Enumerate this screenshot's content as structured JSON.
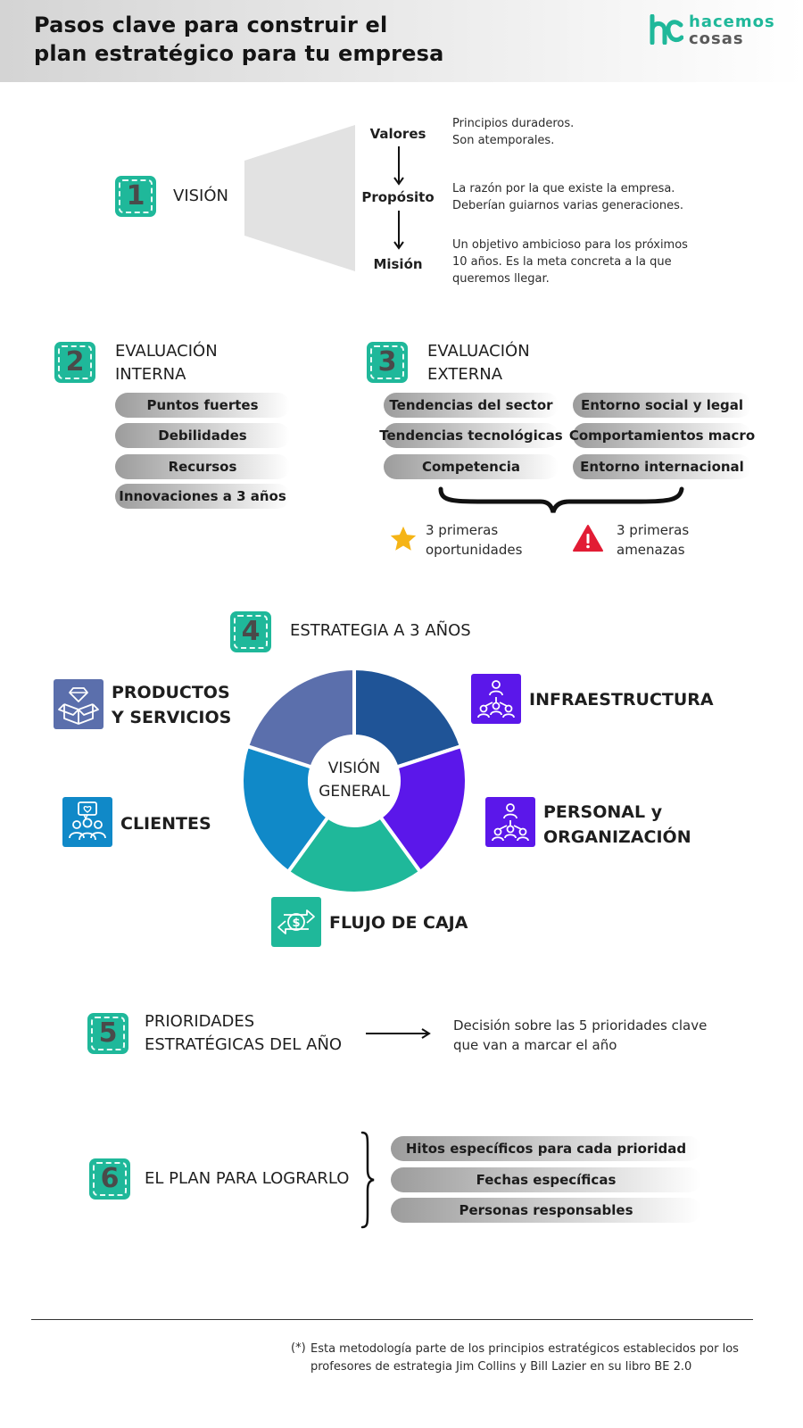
{
  "header": {
    "title_line1": "Pasos clave para construir el",
    "title_line2": "plan estratégico para tu empresa",
    "logo_word1": "hacemos",
    "logo_word2": "cosas",
    "colors": {
      "logo_teal": "#1fb89a",
      "logo_grey": "#5a5a5a"
    }
  },
  "colors": {
    "badge": "#1fb89a",
    "donut": [
      "#1f5497",
      "#5b17ea",
      "#1fb89a",
      "#1089c8",
      "#5b6fac"
    ],
    "star": "#f5b416",
    "warning": "#e21c34"
  },
  "step1": {
    "number": "1",
    "label": "VISIÓN",
    "items": [
      {
        "word": "Valores",
        "desc_line1": "Principios duraderos.",
        "desc_line2": "Son atemporales.",
        "desc_line3": ""
      },
      {
        "word": "Propósito",
        "desc_line1": "La razón por la que existe la empresa.",
        "desc_line2": "Deberían guiarnos varias generaciones.",
        "desc_line3": ""
      },
      {
        "word": "Misión",
        "desc_line1": "Un objetivo ambicioso para los próximos",
        "desc_line2": "10 años. Es la meta concreta a la que",
        "desc_line3": "queremos llegar."
      }
    ]
  },
  "step2": {
    "number": "2",
    "label_line1": "EVALUACIÓN",
    "label_line2": "INTERNA",
    "pills": [
      "Puntos fuertes",
      "Debilidades",
      "Recursos",
      "Innovaciones a 3 años"
    ]
  },
  "step3": {
    "number": "3",
    "label_line1": "EVALUACIÓN",
    "label_line2": "EXTERNA",
    "pills_left": [
      "Tendencias del sector",
      "Tendencias tecnológicas",
      "Competencia"
    ],
    "pills_right": [
      "Entorno social y legal",
      "Comportamientos macro",
      "Entorno internacional"
    ],
    "opportunities_line1": "3 primeras",
    "opportunities_line2": "oportunidades",
    "threats_line1": "3 primeras",
    "threats_line2": "amenazas"
  },
  "step4": {
    "number": "4",
    "label": "ESTRATEGIA A 3 AÑOS",
    "center_line1": "VISIÓN",
    "center_line2": "GENERAL",
    "products_line1": "PRODUCTOS",
    "products_line2": "Y SERVICIOS",
    "infra": "INFRAESTRUCTURA",
    "clients": "CLIENTES",
    "people_line1": "PERSONAL y",
    "people_line2": "ORGANIZACIÓN",
    "cash": "FLUJO DE CAJA"
  },
  "step5": {
    "number": "5",
    "label_line1": "PRIORIDADES",
    "label_line2": "ESTRATÉGICAS DEL AÑO",
    "desc_line1": "Decisión sobre las 5 prioridades clave",
    "desc_line2": "que van a marcar el año"
  },
  "step6": {
    "number": "6",
    "label": "EL PLAN PARA LOGRARLO",
    "pills": [
      "Hitos específicos para cada prioridad",
      "Fechas específicas",
      "Personas responsables"
    ]
  },
  "footer": {
    "marker": "(*)",
    "line1": "Esta metodología parte de los principios estratégicos establecidos por los",
    "line2": "profesores de estrategia Jim Collins y Bill Lazier en su libro BE 2.0"
  }
}
